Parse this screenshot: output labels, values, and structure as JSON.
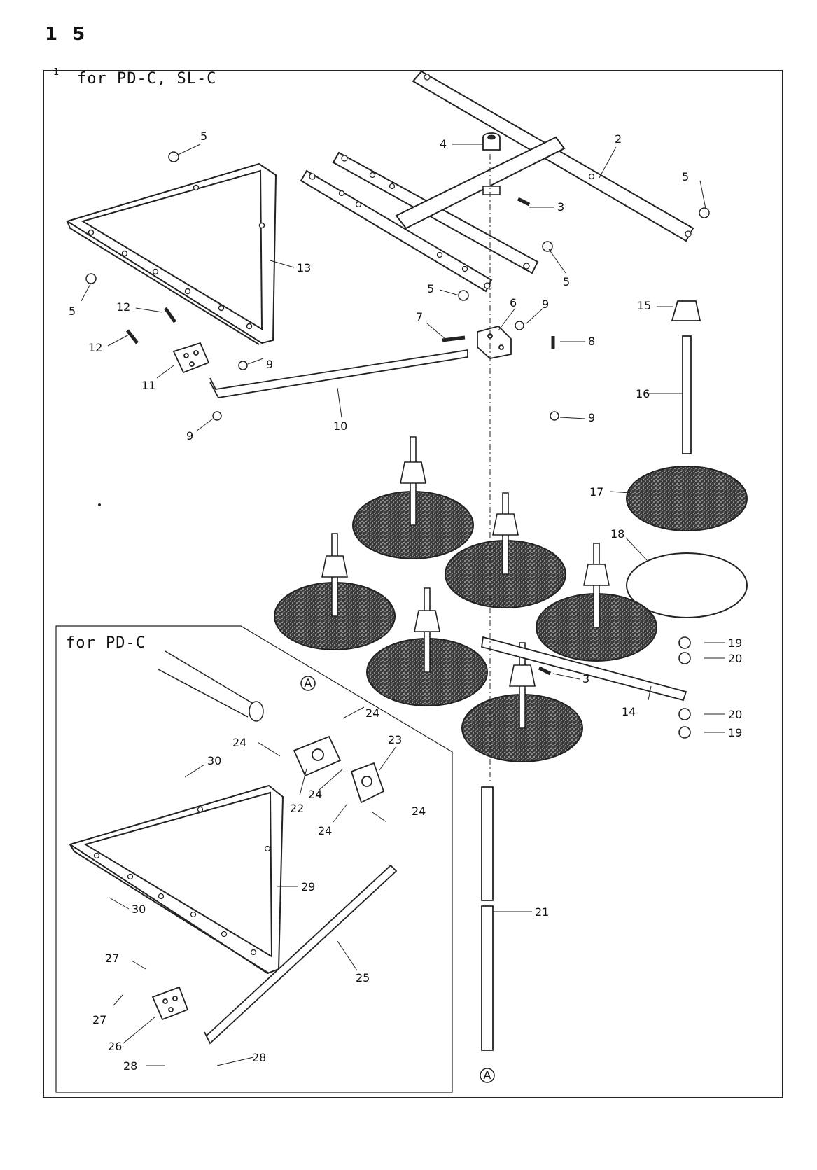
{
  "page_number": "1 5",
  "section_number": "1",
  "main_title": "for PD-C, SL-C",
  "inset_title": "for PD-C",
  "ref_marker": "A",
  "callouts": [
    {
      "label": "2"
    },
    {
      "label": "3"
    },
    {
      "label": "3"
    },
    {
      "label": "4"
    },
    {
      "label": "5"
    },
    {
      "label": "5"
    },
    {
      "label": "5"
    },
    {
      "label": "5"
    },
    {
      "label": "5"
    },
    {
      "label": "6"
    },
    {
      "label": "7"
    },
    {
      "label": "8"
    },
    {
      "label": "9"
    },
    {
      "label": "9"
    },
    {
      "label": "9"
    },
    {
      "label": "9"
    },
    {
      "label": "10"
    },
    {
      "label": "11"
    },
    {
      "label": "12"
    },
    {
      "label": "12"
    },
    {
      "label": "13"
    },
    {
      "label": "14"
    },
    {
      "label": "15"
    },
    {
      "label": "16"
    },
    {
      "label": "17"
    },
    {
      "label": "18"
    },
    {
      "label": "19"
    },
    {
      "label": "19"
    },
    {
      "label": "20"
    },
    {
      "label": "20"
    },
    {
      "label": "21"
    },
    {
      "label": "22"
    },
    {
      "label": "23"
    },
    {
      "label": "24"
    },
    {
      "label": "24"
    },
    {
      "label": "24"
    },
    {
      "label": "24"
    },
    {
      "label": "24"
    },
    {
      "label": "25"
    },
    {
      "label": "26"
    },
    {
      "label": "27"
    },
    {
      "label": "27"
    },
    {
      "label": "28"
    },
    {
      "label": "28"
    },
    {
      "label": "29"
    },
    {
      "label": "30"
    },
    {
      "label": "30"
    }
  ]
}
